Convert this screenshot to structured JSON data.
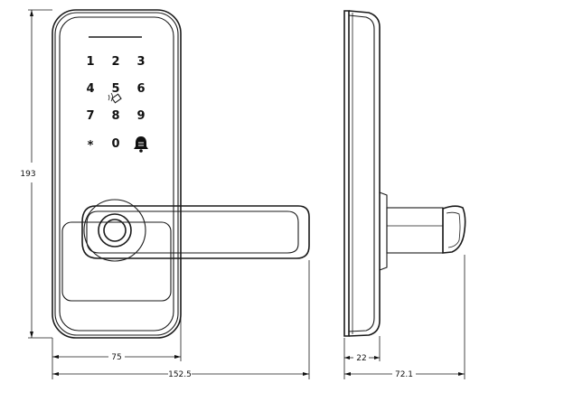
{
  "keypad": {
    "keys": [
      "1",
      "2",
      "3",
      "4",
      "5",
      "6",
      "7",
      "8",
      "9",
      "*",
      "0",
      "bell"
    ],
    "icons": [
      "rfid-card-icon",
      "bell-icon"
    ]
  },
  "dimensions": {
    "height": "193",
    "front_width": "75",
    "overall_width": "152.5",
    "side_thickness": "22",
    "side_depth": "72.1"
  }
}
